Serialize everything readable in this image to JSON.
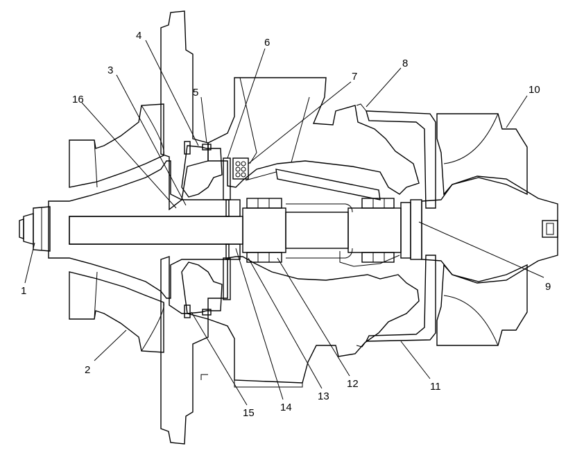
{
  "diagram": {
    "callouts": [
      {
        "id": "c1",
        "label": "1"
      },
      {
        "id": "c2",
        "label": "2"
      },
      {
        "id": "c3",
        "label": "3"
      },
      {
        "id": "c4",
        "label": "4"
      },
      {
        "id": "c5",
        "label": "5"
      },
      {
        "id": "c6",
        "label": "6"
      },
      {
        "id": "c7",
        "label": "7"
      },
      {
        "id": "c8",
        "label": "8"
      },
      {
        "id": "c9",
        "label": "9"
      },
      {
        "id": "c10",
        "label": "10"
      },
      {
        "id": "c11",
        "label": "11"
      },
      {
        "id": "c12",
        "label": "12"
      },
      {
        "id": "c13",
        "label": "13"
      },
      {
        "id": "c14",
        "label": "14"
      },
      {
        "id": "c15",
        "label": "15"
      },
      {
        "id": "c16",
        "label": "16"
      }
    ],
    "colors": {
      "line": "#000000",
      "background": "#ffffff"
    }
  }
}
